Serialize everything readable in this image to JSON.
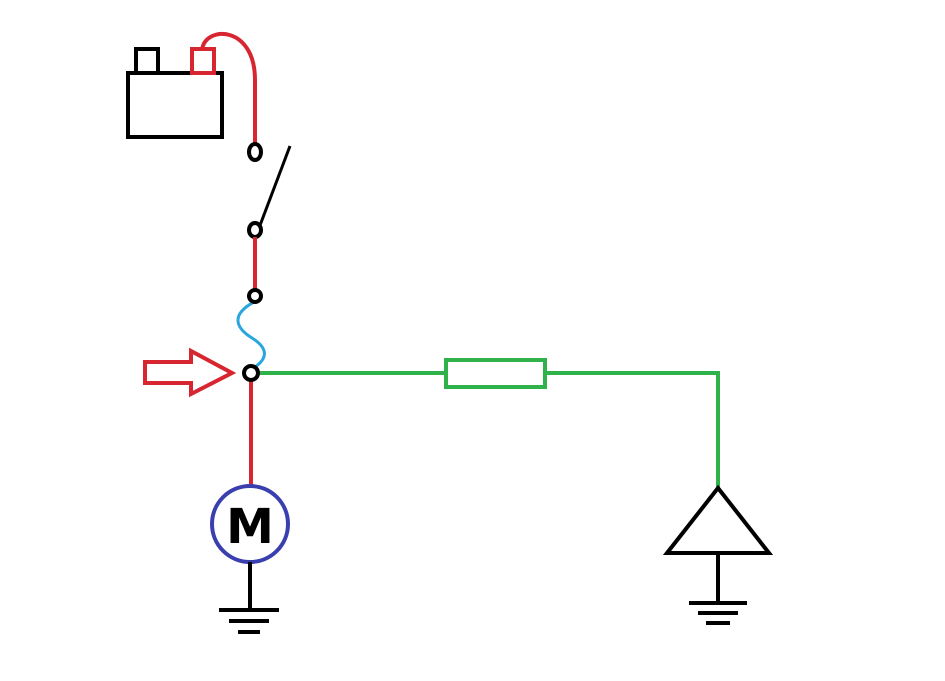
{
  "diagram": {
    "motor_label": "M"
  },
  "colors": {
    "background": "#ffffff",
    "outline": "#000000",
    "positive_wire": "#d7262f",
    "fuse_element": "#2aa6df",
    "signal_wire": "#2fb24a",
    "motor_circle": "#3a3fb0",
    "arrow": "#d7262f"
  },
  "components": [
    "battery",
    "switch",
    "fuse",
    "motor",
    "resistor",
    "amplifier",
    "ground"
  ]
}
